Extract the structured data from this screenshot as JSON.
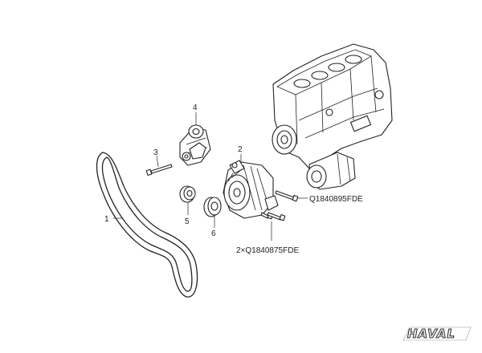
{
  "callouts": {
    "c1": "1",
    "c2": "2",
    "c3": "3",
    "c4": "4",
    "c5": "5",
    "c6": "6",
    "bolt_a": "Q1840895FDE",
    "bolt_b": "2×Q1840875FDE"
  },
  "brand": {
    "logo_text": "HAVAL"
  }
}
